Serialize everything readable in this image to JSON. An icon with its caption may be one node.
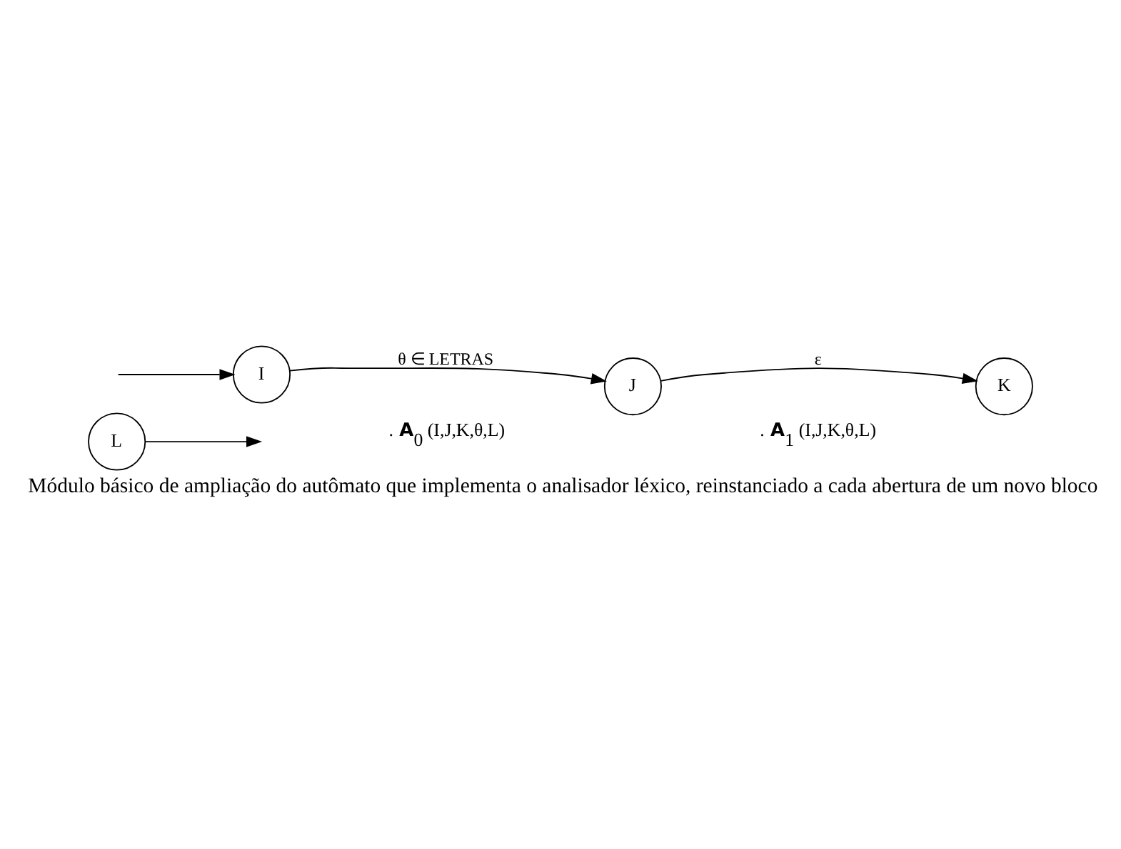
{
  "diagram": {
    "caption": "Módulo básico de ampliação do autômato que implementa o analisador léxico, reinstanciado a cada abertura de um novo bloco",
    "nodes": [
      {
        "text": [
          "L"
        ]
      },
      {
        "text": [
          "I"
        ]
      },
      {
        "text": [
          "J"
        ]
      },
      {
        "text": [
          "K"
        ]
      }
    ],
    "edges": [
      {
        "from": 0,
        "to": null,
        "arrow": "to"
      },
      {
        "from": null,
        "to": 1,
        "arrow": "to"
      },
      {
        "from": 1,
        "to": 2,
        "arrow": "to",
        "label": "θ ∈ LETRAS"
      },
      {
        "from": 2,
        "to": 3,
        "arrow": "to",
        "label": "ε"
      }
    ],
    "labels": [
      ". **A**$_{0}$ (I,J,K,θ,L)",
      ". **A**$_{1}$ (I,J,K,θ,L)"
    ]
  }
}
